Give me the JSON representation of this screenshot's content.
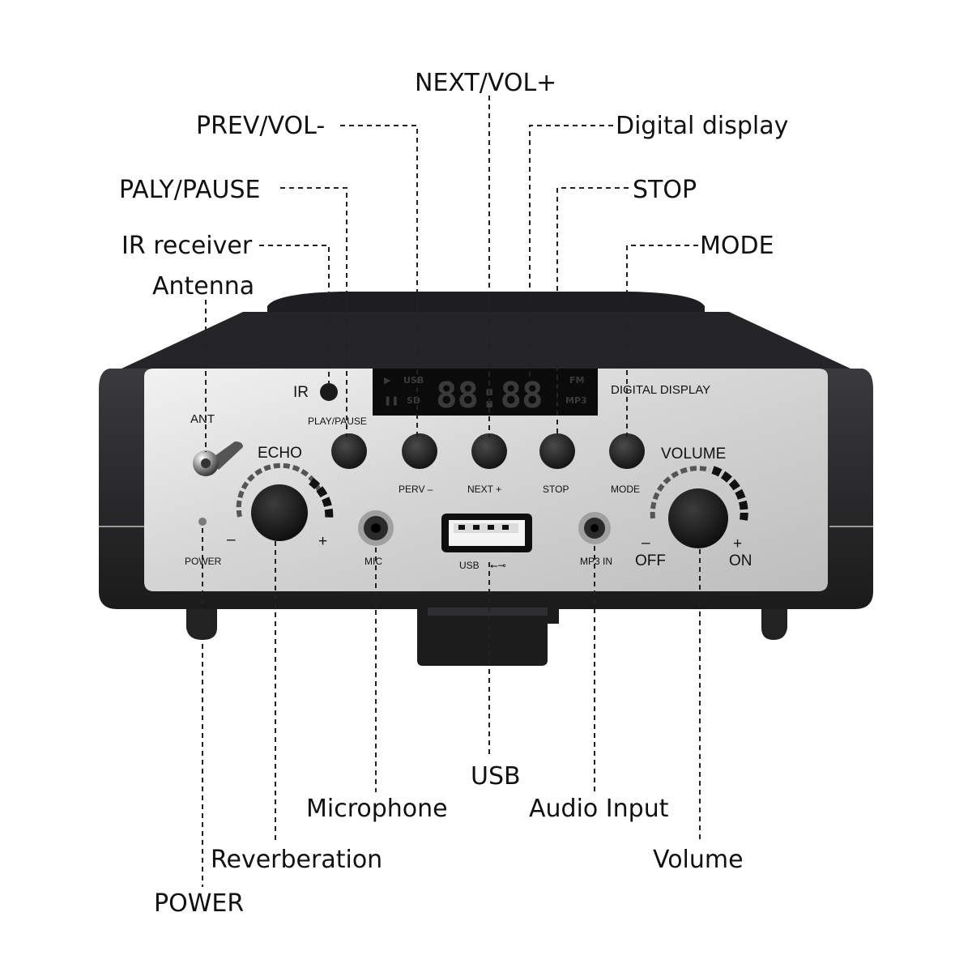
{
  "callouts": {
    "next_vol_plus": "NEXT/VOL+",
    "prev_vol_minus": "PREV/VOL-",
    "digital_display": "Digital display",
    "play_pause": "PALY/PAUSE",
    "stop": "STOP",
    "ir_receiver": "IR receiver",
    "mode": "MODE",
    "antenna": "Antenna",
    "usb": "USB",
    "microphone": "Microphone",
    "audio_input": "Audio Input",
    "reverberation": "Reverberation",
    "volume": "Volume",
    "power": "POWER"
  },
  "panel": {
    "ir": "IR",
    "ant": "ANT",
    "echo": "ECHO",
    "play_pause": "PLAY/PAUSE",
    "prev": "PERV –",
    "next": "NEXT +",
    "stop": "STOP",
    "mode": "MODE",
    "volume": "VOLUME",
    "digital_display": "DIGITAL DISPLAY",
    "power": "POWER",
    "mic": "MIC",
    "usb": "USB",
    "mp3_in": "MP3 IN",
    "minus": "–",
    "plus": "+",
    "off": "OFF",
    "on": "ON"
  },
  "lcd": {
    "usb": "USB",
    "sd": "SD",
    "fm": "FM",
    "mp3": "MP3",
    "digits": "88:88"
  },
  "colors": {
    "body": "#2c2c2e",
    "panel": "#d9d9d9",
    "lcd": "#0b0b0b"
  }
}
